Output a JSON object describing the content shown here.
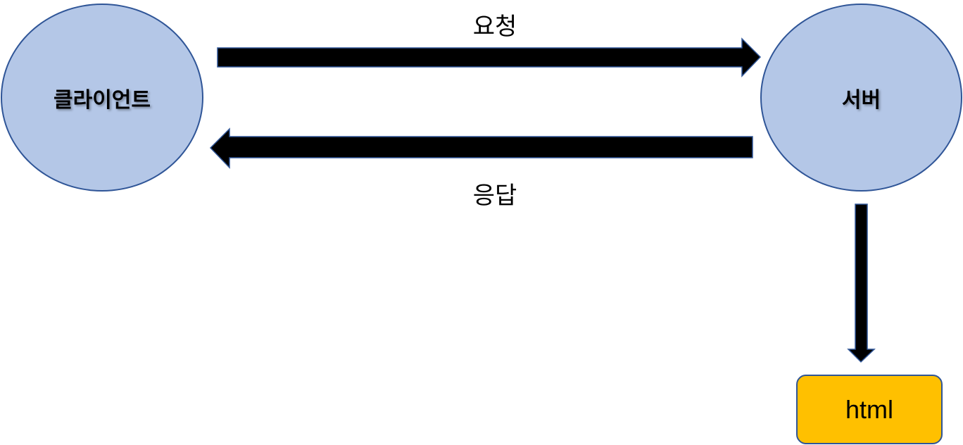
{
  "nodes": {
    "client": {
      "label": "클라이언트"
    },
    "server": {
      "label": "서버"
    },
    "html": {
      "label": "html"
    }
  },
  "edges": {
    "request": {
      "label": "요청"
    },
    "response": {
      "label": "응답"
    }
  },
  "colors": {
    "node_fill": "#b4c7e7",
    "node_stroke": "#2f5597",
    "arrow_fill": "#000000",
    "arrow_stroke": "#2f5597",
    "html_fill": "#ffc000"
  }
}
